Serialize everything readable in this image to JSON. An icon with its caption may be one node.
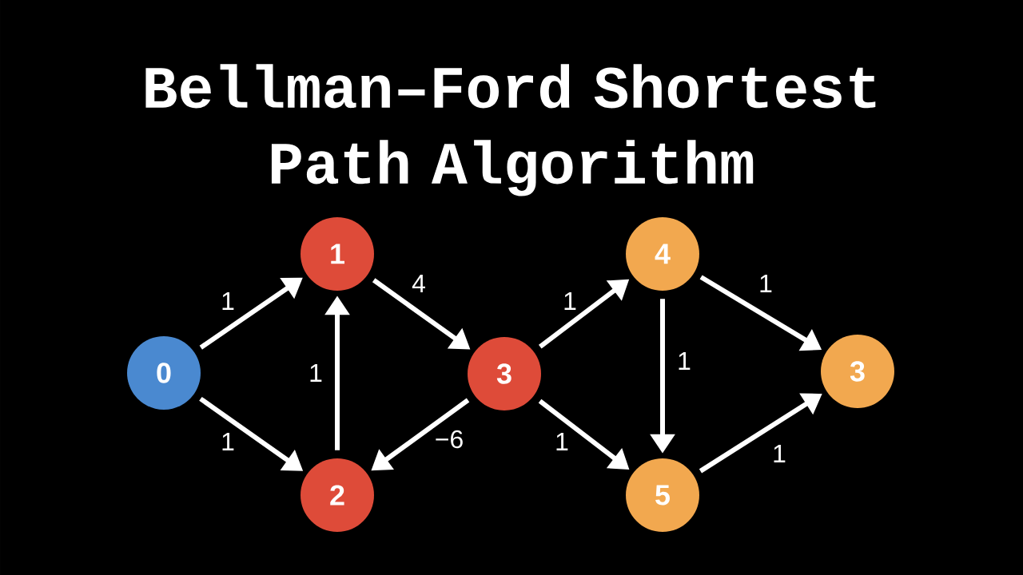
{
  "diagram": {
    "title": "Bellman–Ford Shortest Path Algorithm",
    "nodes": [
      {
        "text": [
          "0"
        ]
      },
      {
        "text": [
          "1"
        ]
      },
      {
        "text": [
          "2"
        ]
      },
      {
        "text": [
          "3"
        ]
      },
      {
        "text": [
          "4"
        ]
      },
      {
        "text": [
          "5"
        ]
      },
      {
        "text": [
          "3"
        ]
      }
    ],
    "edges": [
      {
        "from": 0,
        "to": 1,
        "arrow": "to",
        "label": "1"
      },
      {
        "from": 0,
        "to": 2,
        "arrow": "to",
        "label": "1"
      },
      {
        "from": 2,
        "to": 1,
        "arrow": "to",
        "label": "1"
      },
      {
        "from": 1,
        "to": 3,
        "arrow": "to",
        "label": "4"
      },
      {
        "from": 3,
        "to": 2,
        "arrow": "to",
        "label": "−6"
      },
      {
        "from": 3,
        "to": 4,
        "arrow": "to",
        "label": "1"
      },
      {
        "from": 3,
        "to": 5,
        "arrow": "to",
        "label": "1"
      },
      {
        "from": 4,
        "to": 5,
        "arrow": "to",
        "label": "1"
      },
      {
        "from": 4,
        "to": 6,
        "arrow": "to",
        "label": "1"
      },
      {
        "from": 5,
        "to": 6,
        "arrow": "to",
        "label": "1"
      }
    ]
  }
}
